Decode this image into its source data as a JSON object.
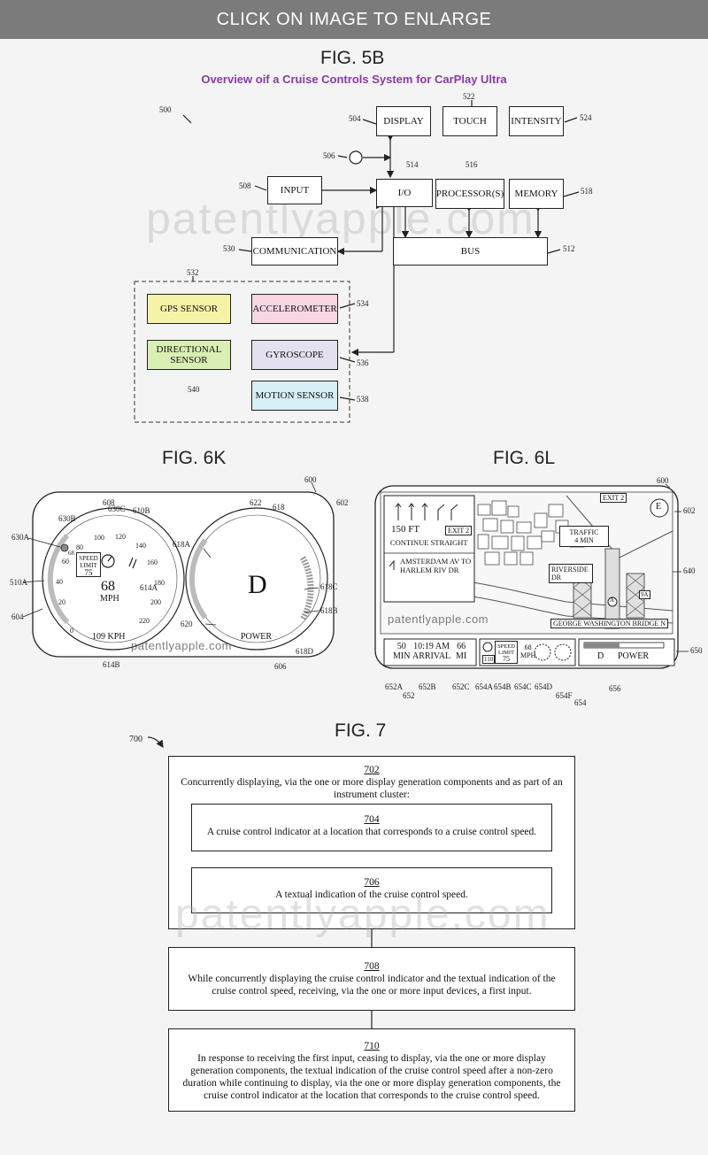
{
  "banner": "CLICK ON IMAGE TO ENLARGE",
  "fig5b": {
    "label": "FIG. 5B",
    "subtitle": "Overview oif a Cruise Controls System for CarPlay Ultra",
    "refs": {
      "r500": "500",
      "r504": "504",
      "r522": "522",
      "r524": "524",
      "r506": "506",
      "r514": "514",
      "r516": "516",
      "r508": "508",
      "r518": "518",
      "r530": "530",
      "r512": "512",
      "r532": "532",
      "r534": "534",
      "r536": "536",
      "r540": "540",
      "r538": "538"
    },
    "blocks": {
      "display": "DISPLAY",
      "touch": "TOUCH",
      "intensity": "INTENSITY",
      "input": "INPUT",
      "io": "I/O",
      "processor": "PROCESSOR(S)",
      "memory": "MEMORY",
      "communication": "COMMUNICATION",
      "bus": "BUS",
      "gps": "GPS SENSOR",
      "accelerometer": "ACCELEROMETER",
      "directional": "DIRECTIONAL SENSOR",
      "gyroscope": "GYROSCOPE",
      "motion": "MOTION SENSOR"
    },
    "colors": {
      "gps": "#f5f3a6",
      "accelerometer": "#f8d6e4",
      "directional": "#d9efb3",
      "gyroscope": "#e4e0ef",
      "motion": "#d6eef6"
    }
  },
  "fig6k": {
    "label": "FIG. 6K",
    "refs": {
      "r600": "600",
      "r602": "602",
      "r608": "608",
      "r630c": "630C",
      "r610b": "610B",
      "r630b": "630B",
      "r630a": "630A",
      "r610a": "510A",
      "r604": "604",
      "r614a": "614A",
      "r614b": "614B",
      "r622": "622",
      "r618": "618",
      "r618a": "618A",
      "r618c": "618C",
      "r618b": "618B",
      "r620": "620",
      "r618d": "618D",
      "r606": "606"
    },
    "ticks": [
      "0",
      "20",
      "40",
      "60",
      "80",
      "100",
      "120",
      "140",
      "160",
      "180",
      "200",
      "220"
    ],
    "speed_limit_label": "SPEED LIMIT",
    "speed_limit_value": "75",
    "speed": "68",
    "speed_unit": "MPH",
    "kph": "109 KPH",
    "gear": "D",
    "power": "POWER",
    "extra_tick": "68"
  },
  "fig6l": {
    "label": "FIG. 6L",
    "refs": {
      "r600": "600",
      "r602": "602",
      "r640": "640",
      "r650": "650",
      "r652a": "652A",
      "r652": "652",
      "r652b": "652B",
      "r652c": "652C",
      "r654a": "654A",
      "r654b": "654B",
      "r654c": "654C",
      "r654d": "654D",
      "r654f": "654F",
      "r654": "654",
      "r656": "656"
    },
    "nav_distance": "150 FT",
    "nav_exit": "EXIT 2",
    "nav_instruction": "CONTINUE STRAIGHT",
    "nav_street": "AMSTERDAM AV TO HARLEM RIV DR",
    "exit_sign": "EXIT 2",
    "compass": "E",
    "traffic": "TRAFFIC",
    "traffic_time": "4 MIN",
    "riverside": "RIVERSIDE DR",
    "bridge": "GEORGE WASHINGTON BRIDGE N",
    "shield": "9A",
    "route_a": "A",
    "eta_min": "50",
    "eta_min_unit": "MIN",
    "arrival_time": "10:19 AM",
    "arrival_label": "ARRIVAL",
    "dist": "66",
    "dist_unit": "MI",
    "cruise": "110",
    "speed_limit_label": "SPEED LIMIT",
    "speed_limit_value": "75",
    "speed": "68",
    "speed_unit": "MPH",
    "gear": "D",
    "power": "POWER"
  },
  "watermark": "patentlyapple.com",
  "fig7": {
    "label": "FIG. 7",
    "ref": "700",
    "s702_num": "702",
    "s702_text": "Concurrently displaying, via the one or more display generation components and as part of an instrument cluster:",
    "s704_num": "704",
    "s704_text": "A cruise control indicator at a location that corresponds to a cruise control speed.",
    "s706_num": "706",
    "s706_text": "A textual indication of the cruise control speed.",
    "s708_num": "708",
    "s708_text": "While concurrently displaying the cruise control indicator and the textual indication of the cruise control speed, receiving, via the one or more input devices, a first input.",
    "s710_num": "710",
    "s710_text": "In response to receiving the first input, ceasing to display, via the one or more display generation components, the textual indication of the cruise control speed after a non-zero duration while continuing to display, via the one or more display generation components, the cruise control indicator at the location that corresponds to the cruise control speed."
  }
}
